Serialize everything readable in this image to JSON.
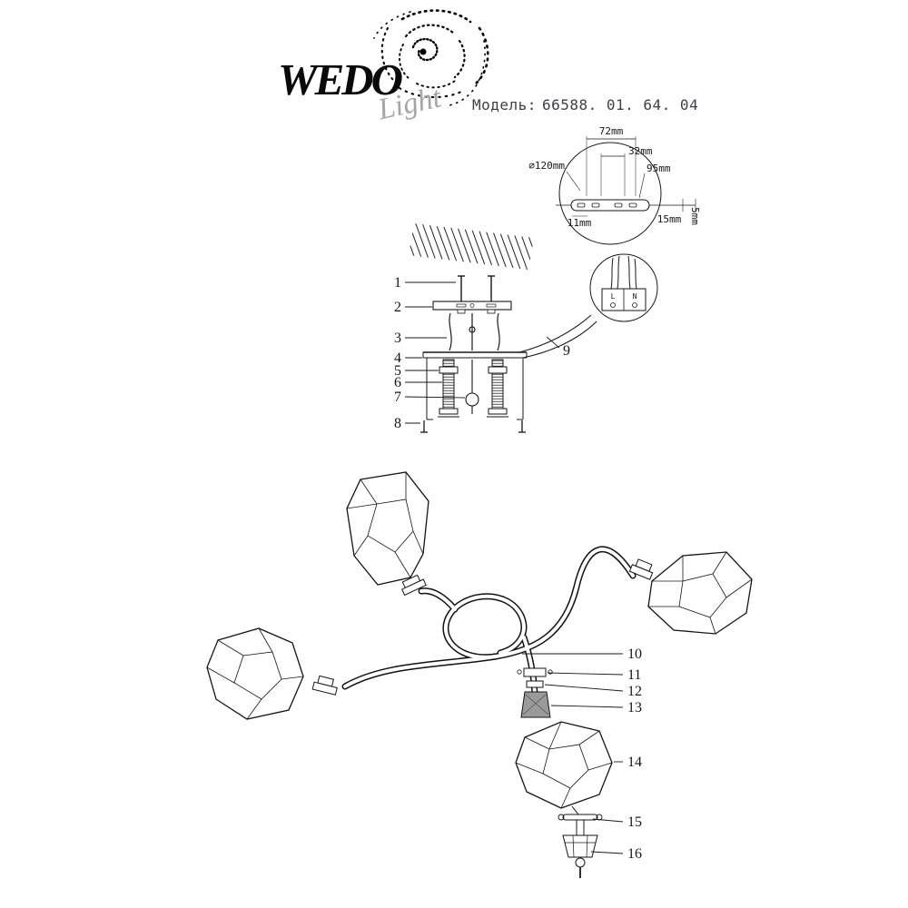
{
  "brand": {
    "name": "WEDO",
    "script": "Light"
  },
  "model": {
    "label": "Модель:",
    "value": "66588. 01. 64. 04"
  },
  "mount_detail": {
    "diameter": "⌀120mm",
    "w72": "72mm",
    "w32": "32mm",
    "w95": "95mm",
    "h11": "11mm",
    "h15": "15mm",
    "h5": "5mm"
  },
  "terminal": {
    "live": "L",
    "neutral": "N"
  },
  "callouts": {
    "c1": "1",
    "c2": "2",
    "c3": "3",
    "c4": "4",
    "c5": "5",
    "c6": "6",
    "c7": "7",
    "c8": "8",
    "c9": "9",
    "c10": "10",
    "c11": "11",
    "c12": "12",
    "c13": "13",
    "c14": "14",
    "c15": "15",
    "c16": "16"
  }
}
